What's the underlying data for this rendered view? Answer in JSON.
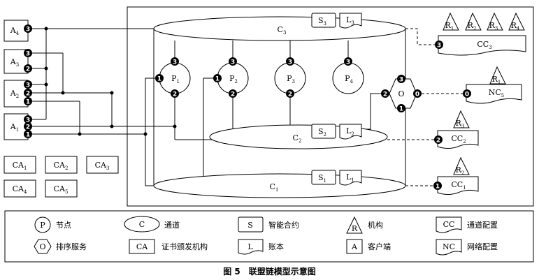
{
  "caption": "图 5　联盟链模型示意图",
  "clients": [
    {
      "base": "A",
      "sub": "4"
    },
    {
      "base": "A",
      "sub": "3"
    },
    {
      "base": "A",
      "sub": "2"
    },
    {
      "base": "A",
      "sub": "1"
    }
  ],
  "cas": [
    {
      "base": "CA",
      "sub": "1"
    },
    {
      "base": "CA",
      "sub": "2"
    },
    {
      "base": "CA",
      "sub": "3"
    },
    {
      "base": "CA",
      "sub": "4"
    },
    {
      "base": "CA",
      "sub": "5"
    }
  ],
  "channels": [
    {
      "base": "C",
      "sub": "3",
      "contract": {
        "base": "S",
        "sub": "3"
      },
      "ledger": {
        "base": "L",
        "sub": "3"
      }
    },
    {
      "base": "C",
      "sub": "2",
      "contract": {
        "base": "S",
        "sub": "2"
      },
      "ledger": {
        "base": "L",
        "sub": "2"
      }
    },
    {
      "base": "C",
      "sub": "1",
      "contract": {
        "base": "S",
        "sub": "1"
      },
      "ledger": {
        "base": "L",
        "sub": "1"
      }
    }
  ],
  "peers": [
    {
      "base": "P",
      "sub": "1"
    },
    {
      "base": "P",
      "sub": "2"
    },
    {
      "base": "P",
      "sub": "3"
    },
    {
      "base": "P",
      "sub": "4"
    }
  ],
  "orderer": {
    "label": "O"
  },
  "orgs": [
    {
      "base": "R",
      "sub": "1"
    },
    {
      "base": "R",
      "sub": "2"
    },
    {
      "base": "R",
      "sub": "3"
    },
    {
      "base": "R",
      "sub": "4"
    }
  ],
  "channel_configs": [
    {
      "base": "CC",
      "sub": "3"
    },
    {
      "base": "CC",
      "sub": "2"
    },
    {
      "base": "CC",
      "sub": "1"
    }
  ],
  "network_config": {
    "base": "NC",
    "sub": "5"
  },
  "port_labels": [
    "1",
    "2",
    "3",
    "0"
  ],
  "legend": {
    "peer": {
      "symbol": "P",
      "text": "节点"
    },
    "channel": {
      "symbol": "C",
      "text": "通道"
    },
    "contract": {
      "symbol": "S",
      "text": "智能合约"
    },
    "org": {
      "symbol": "R",
      "text": "机构"
    },
    "channel_config": {
      "symbol": "CC",
      "text": "通道配置"
    },
    "orderer": {
      "symbol": "O",
      "text": "排序服务"
    },
    "ca": {
      "symbol": "CA",
      "text": "证书颁发机构"
    },
    "ledger": {
      "symbol": "L",
      "text": "账本"
    },
    "client": {
      "symbol": "A",
      "text": "客户端"
    },
    "network_config": {
      "symbol": "NC",
      "text": "网络配置"
    }
  }
}
